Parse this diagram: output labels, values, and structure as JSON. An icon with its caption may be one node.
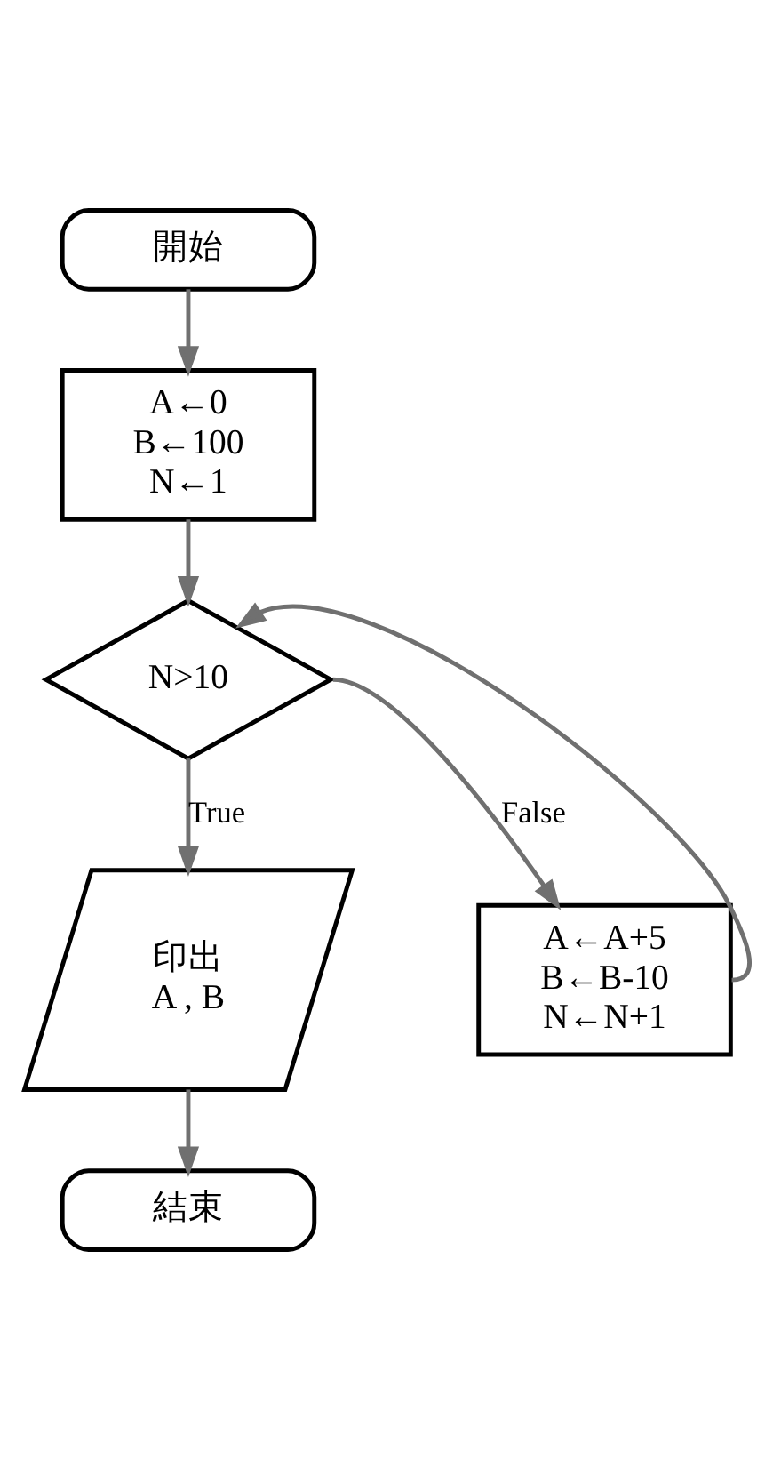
{
  "diagram": {
    "nodes": [
      {
        "text": [
          "開始"
        ]
      },
      {
        "text": [
          "A←0",
          "B←100",
          "N←1"
        ]
      },
      {
        "text": [
          "N>10"
        ]
      },
      {
        "text": [
          "A←A+5",
          "B←B-10",
          "N←N+1"
        ]
      },
      {
        "text": [
          "印出",
          "A , B"
        ]
      },
      {
        "text": [
          "結束"
        ]
      }
    ],
    "edges": [
      {
        "from": 0,
        "to": 1,
        "arrow": "to"
      },
      {
        "from": 1,
        "to": 2,
        "arrow": "to"
      },
      {
        "from": 2,
        "to": 3,
        "arrow": "to",
        "label": "False"
      },
      {
        "from": 3,
        "to": 2,
        "arrow": "to"
      },
      {
        "from": 2,
        "to": 4,
        "arrow": "to",
        "label": "True"
      },
      {
        "from": 4,
        "to": 5,
        "arrow": "to"
      }
    ]
  }
}
